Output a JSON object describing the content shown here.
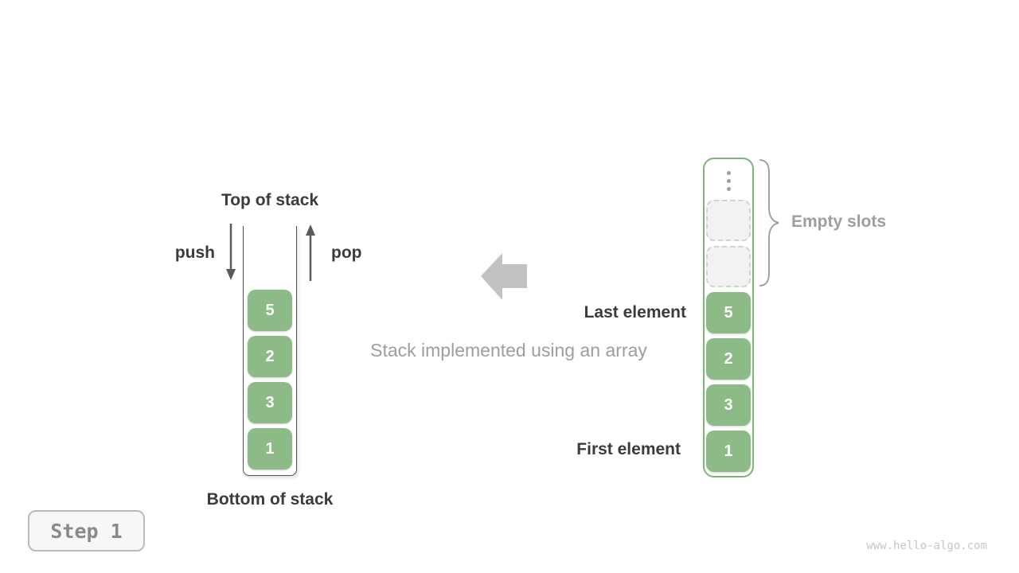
{
  "colors": {
    "cell_green": "#8cbb87",
    "array_border_green": "#7ab874",
    "dark_text": "#3b3b3b",
    "gray_text": "#9e9e9e",
    "block_arrow_gray": "#c2c2c2",
    "empty_slot_bg": "#f2f2f2",
    "empty_slot_border": "#d2d2d2",
    "step_text": "#8a8a8a",
    "watermark_text": "#c6c6c6"
  },
  "left_stack": {
    "top_label": "Top of stack",
    "bottom_label": "Bottom of stack",
    "push_label": "push",
    "pop_label": "pop",
    "cells": [
      "5",
      "2",
      "3",
      "1"
    ]
  },
  "caption": "Stack implemented using an array",
  "right_array": {
    "empty_slot_count": 2,
    "cells": [
      "5",
      "2",
      "3",
      "1"
    ],
    "empty_slots_label": "Empty slots",
    "last_element_label": "Last element",
    "first_element_label": "First element"
  },
  "footer": {
    "step_label": "Step 1",
    "watermark": "www.hello-algo.com"
  }
}
